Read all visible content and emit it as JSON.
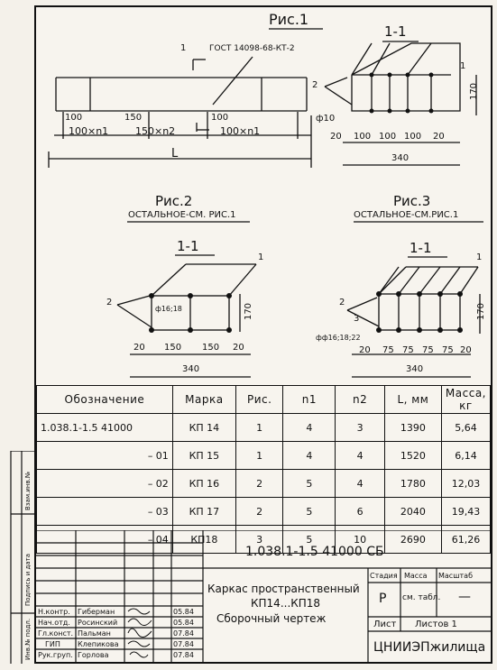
{
  "fig1": {
    "title": "Рис.1",
    "gost": "ГОСТ 14098-68-КТ-2",
    "section_title": "1-1",
    "cut_mark": "1",
    "dims_top": [
      "100",
      "150",
      "100"
    ],
    "dims_bottom": [
      "100×n1",
      "150×n2",
      "100×n1"
    ],
    "length_label": "L",
    "sec_labels": {
      "pos1": "1",
      "pos2": "2",
      "rebar": "ф10",
      "height": "170",
      "dims": [
        "20",
        "100",
        "100",
        "100",
        "20"
      ],
      "total": "340"
    }
  },
  "fig2": {
    "title": "Рис.2",
    "subtitle": "ОСТАЛЬНОЕ-СМ. РИС.1",
    "section_title": "1-1",
    "labels": {
      "pos1": "1",
      "pos2": "2",
      "rebar": "ф16;18",
      "height": "170",
      "dims": [
        "20",
        "150",
        "150",
        "20"
      ],
      "total": "340"
    }
  },
  "fig3": {
    "title": "Рис.3",
    "subtitle": "ОСТАЛЬНОЕ-СМ.РИС.1",
    "section_title": "1-1",
    "labels": {
      "pos1": "1",
      "pos2": "2",
      "pos3": "3",
      "rebar": "фф16;18;22",
      "height": "170",
      "dims": [
        "20",
        "75",
        "75",
        "75",
        "75",
        "20"
      ],
      "total": "340"
    }
  },
  "table": {
    "headers": [
      "Обозначение",
      "Марка",
      "Рис.",
      "n1",
      "n2",
      "L, мм",
      "Масса, кг"
    ],
    "rows": [
      [
        "1.038.1-1.5  41000",
        "КП 14",
        "1",
        "4",
        "3",
        "1390",
        "5,64"
      ],
      [
        "– 01",
        "КП 15",
        "1",
        "4",
        "4",
        "1520",
        "6,14"
      ],
      [
        "– 02",
        "КП 16",
        "2",
        "5",
        "4",
        "1780",
        "12,03"
      ],
      [
        "– 03",
        "КП 17",
        "2",
        "5",
        "6",
        "2040",
        "19,43"
      ],
      [
        "– 04",
        "КП18",
        "3",
        "5",
        "10",
        "2690",
        "61,26"
      ]
    ]
  },
  "stamp": {
    "doc_code": "1.038.1-1.5 41000 СБ",
    "title_line1": "Каркас пространственный",
    "title_line2": "КП14...КП18",
    "title_line3": "Сборочный чертеж",
    "stage_header": "Стадия",
    "mass_header": "Масса",
    "scale_header": "Масштаб",
    "stage": "Р",
    "mass": "см. табл.",
    "scale": "—",
    "sheet": "Лист",
    "sheets": "Листов 1",
    "org": "ЦНИИЭПжилища",
    "people": [
      [
        "Н.контр.",
        "Гиберман",
        "05.84"
      ],
      [
        "Нач.отд.",
        "Росинский",
        "05.84"
      ],
      [
        "Гл.конст.",
        "Пальман",
        "07.84"
      ],
      [
        "ГИП",
        "Клепикова",
        "07.84"
      ],
      [
        "Рук.груп.",
        "Горлова",
        "07.84"
      ]
    ]
  },
  "side_stamp": [
    "Инв.№ подл.",
    "Подпись и дата",
    "Взам.инв.№"
  ]
}
